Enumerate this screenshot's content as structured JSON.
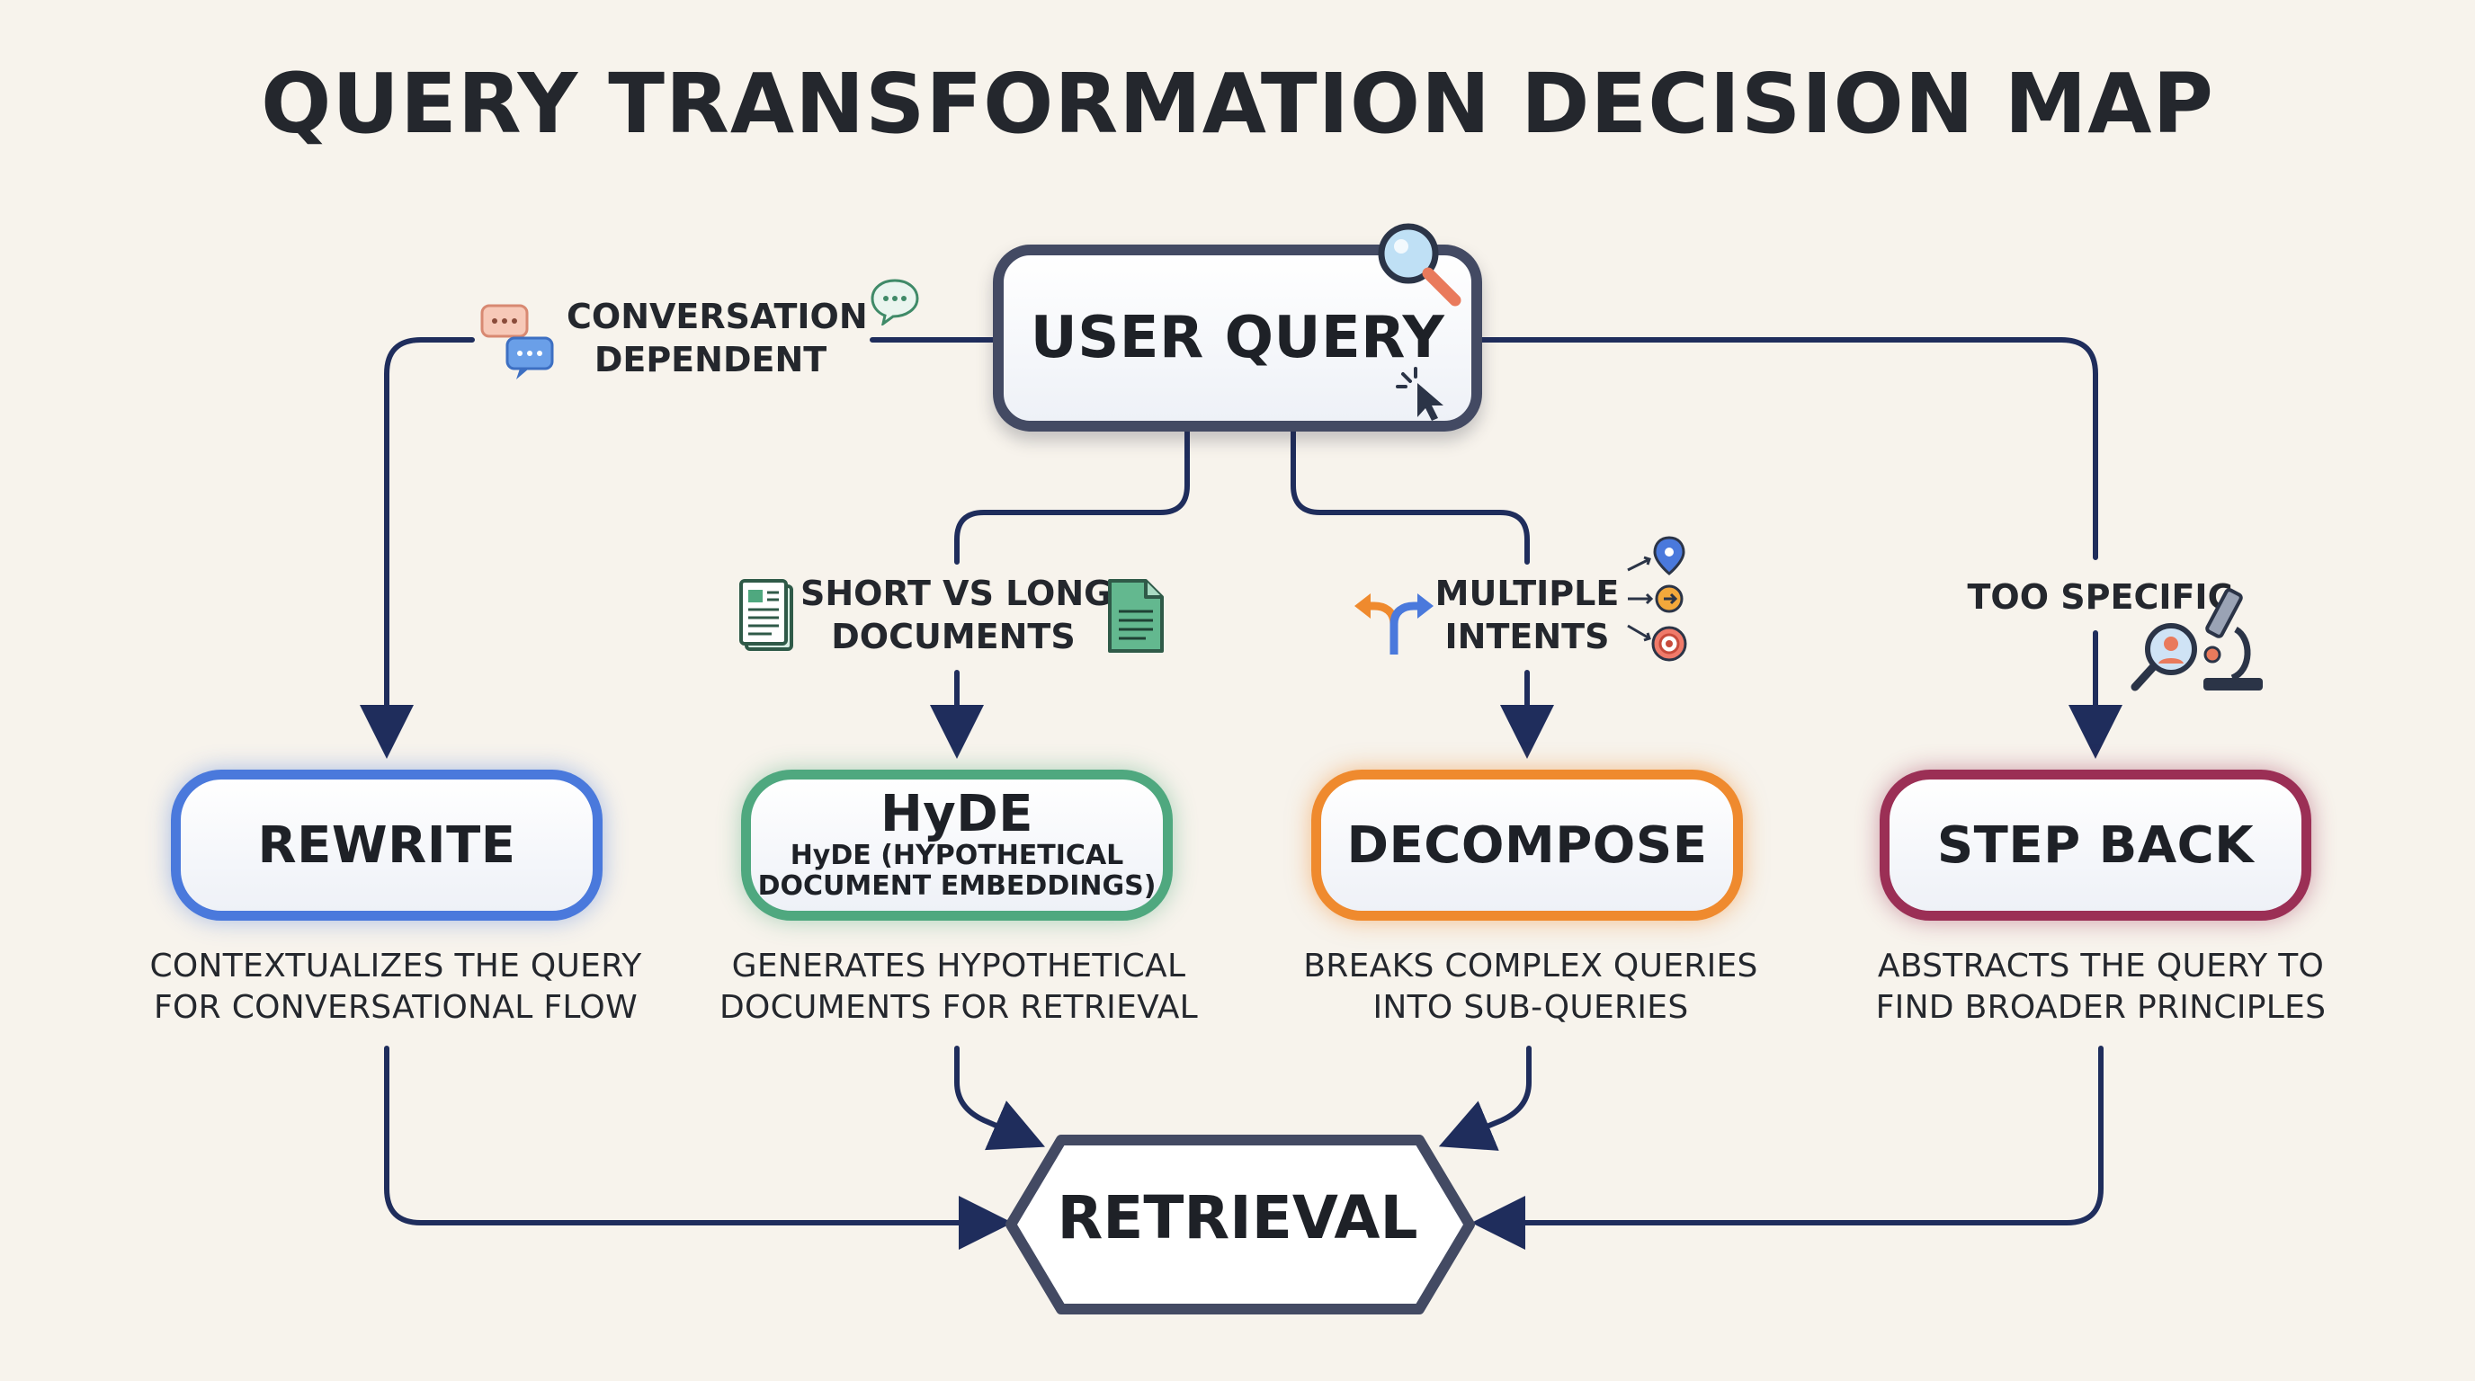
{
  "title": "QUERY TRANSFORMATION DECISION MAP",
  "nodes": {
    "user_query": "USER QUERY",
    "rewrite": "REWRITE",
    "hyde": "HyDE",
    "hyde_sub_1": "HyDE (HYPOTHETICAL",
    "hyde_sub_2": "DOCUMENT EMBEDDINGS)",
    "decompose": "DECOMPOSE",
    "step_back": "STEP BACK",
    "retrieval": "RETRIEVAL"
  },
  "conditions": {
    "conversation_1": "CONVERSATION",
    "conversation_2": "DEPENDENT",
    "short_long_1": "SHORT VS LONG",
    "short_long_2": "DOCUMENTS",
    "multiple_1": "MULTIPLE",
    "multiple_2": "INTENTS",
    "too_specific": "TOO SPECIFIC"
  },
  "descriptions": {
    "rewrite_1": "CONTEXTUALIZES THE QUERY",
    "rewrite_2": "FOR CONVERSATIONAL FLOW",
    "hyde_1": "GENERATES HYPOTHETICAL",
    "hyde_2": "DOCUMENTS FOR RETRIEVAL",
    "decompose_1": "BREAKS COMPLEX QUERIES",
    "decompose_2": "INTO SUB-QUERIES",
    "step_back_1": "ABSTRACTS THE QUERY TO",
    "step_back_2": "FIND BROADER PRINCIPLES"
  },
  "icons": [
    "magnifier-icon",
    "cursor-icon",
    "chat-bubbles-icon",
    "chat-dots-icon",
    "document-icon",
    "multiple-arrows-icon",
    "target-icon",
    "microscope-icon"
  ],
  "colors": {
    "background": "#f7f3ec",
    "connector": "#1f2d5c",
    "user_query_border": "#434a63",
    "rewrite": "#4a79dc",
    "hyde": "#4fa87f",
    "decompose": "#ef8a2e",
    "step_back": "#9b2f55"
  }
}
